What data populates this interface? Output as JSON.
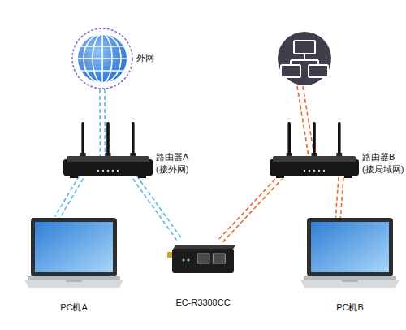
{
  "diagram": {
    "nodes": [
      {
        "text": [
          "外网"
        ]
      },
      {
        "text": [
          "路由器A (接外网)"
        ]
      },
      {
        "text": [
          "路由器B (接局域网)"
        ]
      },
      {
        "text": [
          "PC机A"
        ]
      },
      {
        "text": [
          "EC-R3308CC"
        ]
      },
      {
        "text": [
          "PC机B"
        ]
      }
    ],
    "edges": [
      {
        "from": 0,
        "to": 1,
        "arrow": "none"
      },
      {
        "from": 1,
        "to": 3,
        "arrow": "none"
      },
      {
        "from": 1,
        "to": 4,
        "arrow": "none"
      },
      {
        "from": 4,
        "to": 2,
        "arrow": "none"
      },
      {
        "from": 2,
        "to": 5,
        "arrow": "none"
      }
    ]
  }
}
